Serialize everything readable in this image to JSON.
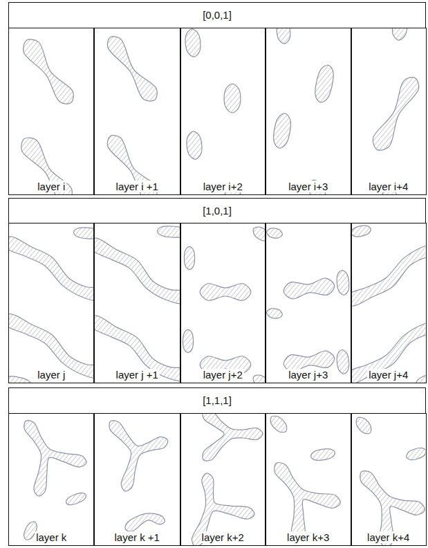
{
  "diagram": {
    "nodes": [
      {
        "text": [
          "[0,0,1]"
        ]
      },
      {
        "text": [
          "layer i"
        ]
      },
      {
        "text": [
          "layer i +1"
        ]
      },
      {
        "text": [
          "layer i+2"
        ]
      },
      {
        "text": [
          "layer i+3"
        ]
      },
      {
        "text": [
          "layer i+4"
        ]
      },
      {
        "text": [
          "[1,0,1]"
        ]
      },
      {
        "text": [
          "layer j"
        ]
      },
      {
        "text": [
          "layer j +1"
        ]
      },
      {
        "text": [
          "layer j+2"
        ]
      },
      {
        "text": [
          "layer j+3"
        ]
      },
      {
        "text": [
          "layer j+4"
        ]
      },
      {
        "text": [
          "[1,1,1]"
        ]
      },
      {
        "text": [
          "layer k"
        ]
      },
      {
        "text": [
          "layer k +1"
        ]
      },
      {
        "text": [
          "layer k+2"
        ]
      },
      {
        "text": [
          "layer k+3"
        ]
      },
      {
        "text": [
          "layer k+4"
        ]
      }
    ]
  }
}
